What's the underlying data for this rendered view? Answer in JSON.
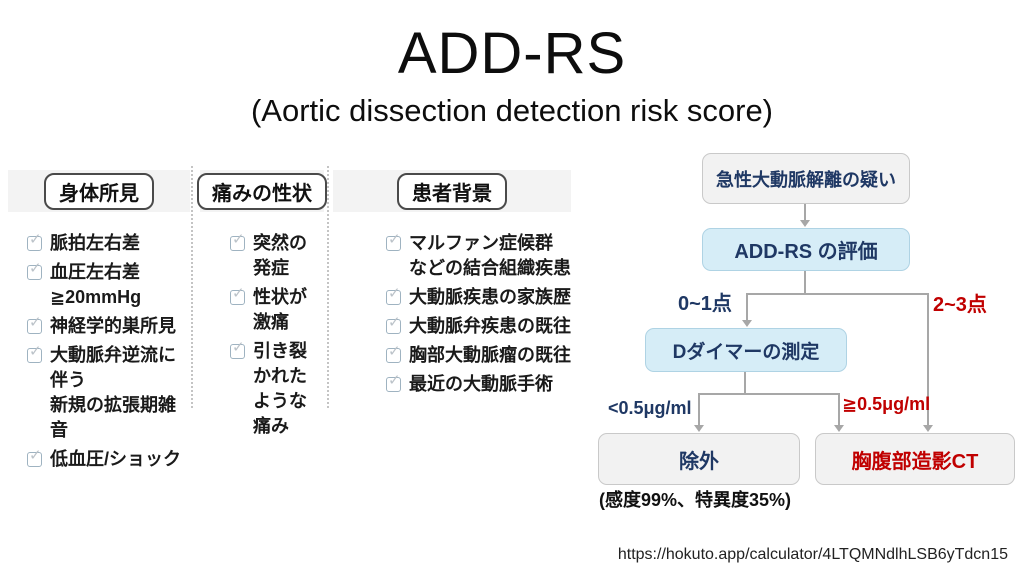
{
  "title": "ADD-RS",
  "subtitle": "(Aortic dissection detection risk score)",
  "checklist": {
    "columns": [
      {
        "header": "身体所見",
        "items": [
          {
            "label": "脈拍左右差"
          },
          {
            "label": "血圧左右差≧20mmHg"
          },
          {
            "label": "神経学的巣所見"
          },
          {
            "label": "大動脈弁逆流に伴う\n新規の拡張期雑音"
          },
          {
            "label": "低血圧/ショック"
          }
        ]
      },
      {
        "header": "痛みの性状",
        "items": [
          {
            "label": "突然の発症"
          },
          {
            "label": "性状が激痛"
          },
          {
            "label": "引き裂かれた\nような痛み"
          }
        ]
      },
      {
        "header": "患者背景",
        "items": [
          {
            "label": "マルファン症候群\nなどの結合組織疾患"
          },
          {
            "label": "大動脈疾患の家族歴"
          },
          {
            "label": "大動脈弁疾患の既往"
          },
          {
            "label": "胸部大動脈瘤の既往"
          },
          {
            "label": "最近の大動脈手術"
          }
        ]
      }
    ],
    "checkbox_icon": "check-mark"
  },
  "flowchart": {
    "nodes": {
      "suspicion": "急性大動脈解離の疑い",
      "evaluation": "ADD-RS の評価",
      "ddimer": "Dダイマーの測定",
      "ruleout": "除外",
      "ct": "胸腹部造影CT"
    },
    "branch_labels": {
      "low_score": "0~1点",
      "high_score": "2~3点",
      "ddimer_low": "<0.5μg/ml",
      "ddimer_high": "≧0.5μg/ml"
    },
    "caption": "(感度99%、特異度35%)",
    "colors": {
      "navy_text": "#1F3864",
      "red_text": "#C00000",
      "blue_node_fill": "#D6EDF7",
      "blue_node_border": "#AFD3E4",
      "gray_node_fill": "#F2F2F2",
      "gray_node_border": "#C9C9C9",
      "connector_line": "#A7A7A7"
    }
  },
  "footer": {
    "url": "https://hokuto.app/calculator/4LTQMNdlhLSB6yTdcn15"
  }
}
